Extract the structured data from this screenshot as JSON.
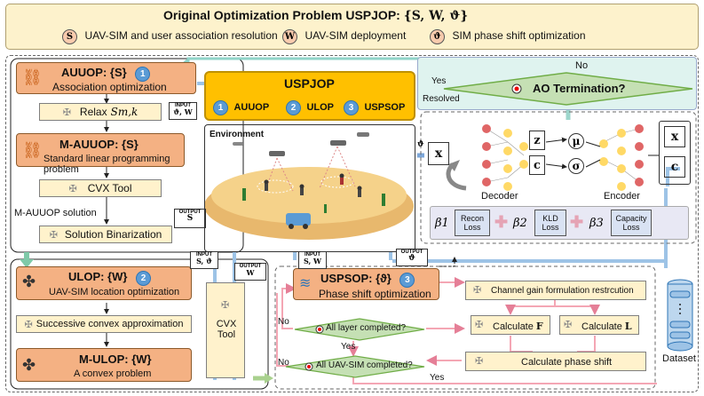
{
  "header": {
    "title": "Original Optimization Problem USPJOP:",
    "title_vars": "{S, W, ϑ}",
    "legend": [
      {
        "symbol": "S",
        "label": "UAV-SIM and user association resolution"
      },
      {
        "symbol": "W",
        "label": "UAV-SIM deployment"
      },
      {
        "symbol": "ϑ",
        "label": "SIM phase shift optimization"
      }
    ]
  },
  "auuop": {
    "title": "AUUOP: {S}",
    "num": "1",
    "subtitle": "Association optimization",
    "relax": "Relax",
    "relax_var": "Sm,k",
    "m_title": "M-AUUOP: {S}",
    "m_subtitle": "Standard linear programming problem",
    "cvx": "CVX Tool",
    "solution_label": "M-AUUOP solution",
    "binarization": "Solution Binarization",
    "input_label": "INPUT",
    "input_val": "ϑ, W",
    "output_label": "OUTPUT",
    "output_val": "S"
  },
  "uspjop_panel": {
    "title": "USPJOP",
    "items": [
      {
        "num": "1",
        "label": "AUUOP"
      },
      {
        "num": "2",
        "label": "ULOP"
      },
      {
        "num": "3",
        "label": "USPSOP"
      }
    ],
    "environment": "Environment"
  },
  "ao": {
    "label": "AO Termination?",
    "no": "No",
    "yes": "Yes",
    "resolved": "Resolved"
  },
  "vae": {
    "x_left": "x",
    "z": "z",
    "c_left": "c",
    "mu": "μ",
    "sigma": "σ",
    "decoder": "Decoder",
    "encoder": "Encoder",
    "x_right": "x",
    "c_right": "c",
    "theta": "ϑ",
    "beta1": "β1",
    "beta2": "β2",
    "beta3": "β3",
    "loss1": "Recon Loss",
    "loss2": "KLD Loss",
    "loss3": "Capacity Loss"
  },
  "ulop": {
    "title": "ULOP: {W}",
    "num": "2",
    "subtitle": "UAV-SIM location optimization",
    "sca": "Successive convex approximation",
    "m_title": "M-ULOP: {W}",
    "m_subtitle": "A convex problem",
    "cvx": "CVX Tool",
    "input_label": "INPUT",
    "input_val": "S, ϑ",
    "output_label": "OUTPUT",
    "output_val": "W"
  },
  "uspsop": {
    "title": "USPSOP: {ϑ}",
    "num": "3",
    "subtitle": "Phase shift optimization",
    "input_label": "INPUT",
    "input_val": "S, W",
    "output_label": "OUTPUT",
    "output_val": "ϑ",
    "gain": "Channel gain formulation restrcution",
    "calc_f": "Calculate",
    "calc_f_var": "F",
    "calc_l": "Calculate",
    "calc_l_var": "L",
    "calc_phase": "Calculate phase shift",
    "all_layer": "All layer completed?",
    "all_uav": "All UAV-SIM completed?",
    "no1": "No",
    "yes1": "Yes",
    "no2": "No",
    "yes2": "Yes",
    "dataset": "Dataset"
  },
  "colors": {
    "teal_arrow": "#4ea8a0",
    "orange_box": "#f4b183",
    "cream_box": "#fff2cc",
    "blue_circle": "#5b9bd5",
    "green_diamond": "#c5e0b4",
    "pink_arrow": "#f4a6b4"
  }
}
